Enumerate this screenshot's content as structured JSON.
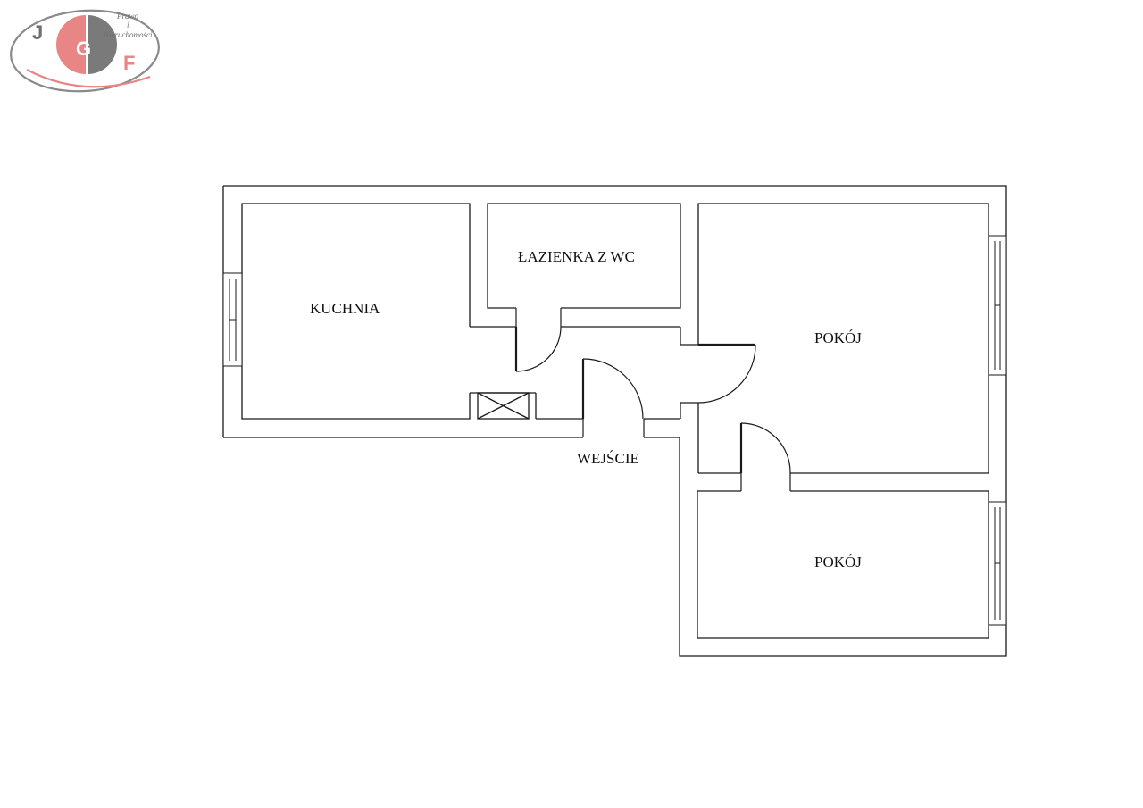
{
  "logo": {
    "letters": {
      "j": "J",
      "g": "G",
      "f": "F"
    },
    "line1": "Prawo",
    "line2": "i",
    "line3": "Nieruchomości",
    "colors": {
      "pink": "#e88585",
      "grey": "#7a7a7a",
      "ring": "#8a8a8a"
    }
  },
  "rooms": {
    "kitchen": "KUCHNIA",
    "bathroom": "ŁAZIENKA Z WC",
    "room1": "POKÓJ",
    "room2": "POKÓJ",
    "entrance": "WEJŚCIE"
  }
}
